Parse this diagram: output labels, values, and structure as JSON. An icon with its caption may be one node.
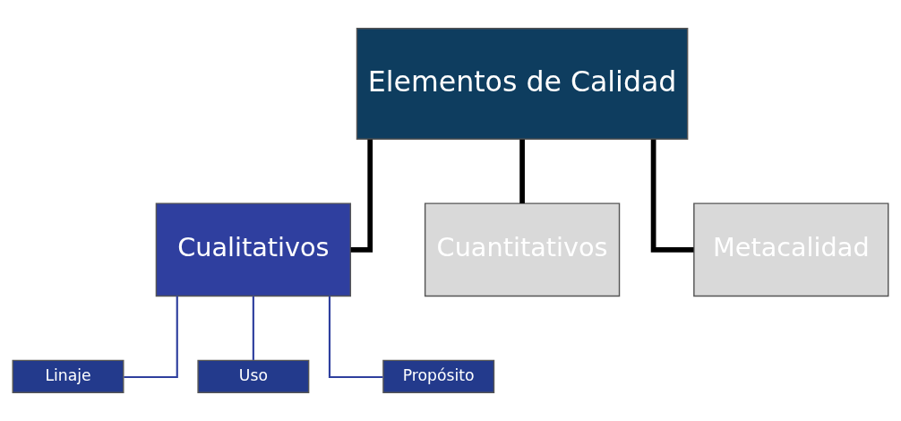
{
  "diagram": {
    "nodes": [
      {
        "text": [
          "Elementos de Calidad"
        ]
      },
      {
        "text": [
          "Cualitativos"
        ]
      },
      {
        "text": [
          "Cuantitativos"
        ]
      },
      {
        "text": [
          "Metacalidad"
        ]
      },
      {
        "text": [
          "Linaje"
        ]
      },
      {
        "text": [
          "Uso"
        ]
      },
      {
        "text": [
          "Propósito"
        ]
      }
    ],
    "edges": [
      {
        "from": 0,
        "to": 1,
        "arrow": "none",
        "style": "thick"
      },
      {
        "from": 0,
        "to": 2,
        "arrow": "none",
        "style": "thick"
      },
      {
        "from": 0,
        "to": 3,
        "arrow": "none",
        "style": "thick"
      },
      {
        "from": 1,
        "to": 4,
        "arrow": "none",
        "color": "#2e3f9e"
      },
      {
        "from": 1,
        "to": 5,
        "arrow": "none",
        "color": "#2e3f9e"
      },
      {
        "from": 1,
        "to": 6,
        "arrow": "none",
        "color": "#2e3f9e"
      }
    ]
  }
}
